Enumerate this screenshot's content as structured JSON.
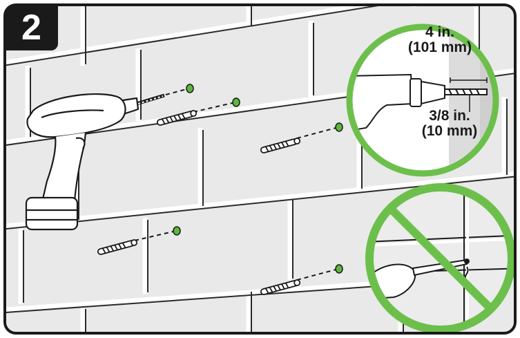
{
  "step": {
    "number": "2"
  },
  "callouts": {
    "length": {
      "line1": "4 in.",
      "line2": "(101 mm)"
    },
    "diameter": {
      "line1": "3/8 in.",
      "line2": "(10 mm)"
    }
  },
  "colors": {
    "ok_circle": "#6dbf4b",
    "prohibited": "#6dbf4b",
    "wall": "#e9e9e9",
    "mortar": "#1a1a1a",
    "hole": "#5cb83c"
  },
  "icons": {
    "drill": "cordless-drill-icon",
    "anchor": "wall-anchor-icon",
    "prohibited": "prohibition-sign-icon"
  }
}
